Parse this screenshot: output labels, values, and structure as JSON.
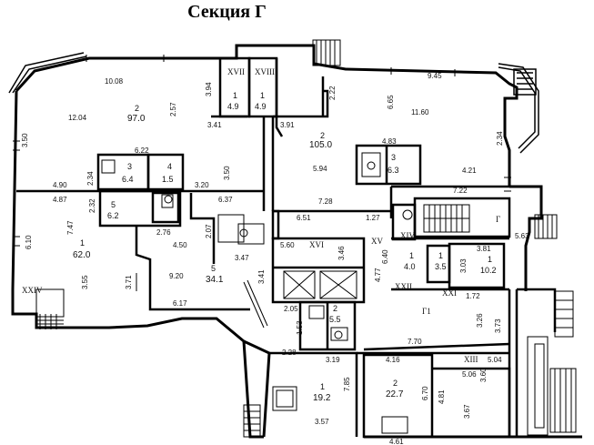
{
  "title": "Секция Г",
  "rooms": [
    {
      "id": "r2-left",
      "no": "2",
      "area": "97.0"
    },
    {
      "id": "r2-right",
      "no": "2",
      "area": "105.0"
    },
    {
      "id": "r1-left",
      "no": "1",
      "area": "62.0"
    },
    {
      "id": "r1-xvii",
      "no": "1",
      "area": "4.9"
    },
    {
      "id": "r1-xviii",
      "no": "1",
      "area": "4.9"
    },
    {
      "id": "r3-left",
      "no": "3",
      "area": "6.4"
    },
    {
      "id": "r4-left",
      "no": "4",
      "area": "1.5"
    },
    {
      "id": "r5-left",
      "no": "5",
      "area": "6.2"
    },
    {
      "id": "r5-mid",
      "no": "5",
      "area": "34.1"
    },
    {
      "id": "r3-right",
      "no": "3",
      "area": "6.3"
    },
    {
      "id": "r1-xv-a",
      "no": "1",
      "area": "4.0"
    },
    {
      "id": "r1-xv-b",
      "no": "1",
      "area": "3.5"
    },
    {
      "id": "r1-xv-c",
      "no": "1",
      "area": "10.2"
    },
    {
      "id": "r1-bottom",
      "no": "1",
      "area": "19.2"
    },
    {
      "id": "r2-bottom",
      "no": "2",
      "area": "22.7"
    },
    {
      "id": "r2-bottom-small",
      "no": "2",
      "area": "5.5"
    }
  ],
  "romans": {
    "xvii": "XVII",
    "xviii": "XVIII",
    "xvi": "XVI",
    "xv": "XV",
    "xiv": "XIV",
    "xxiv": "XXIV",
    "xxii": "XXII",
    "xxi": "XXI",
    "xiii": "XIII",
    "g": "Г",
    "g1": "Г1"
  },
  "dims": {
    "d1": "10.08",
    "d2": "12.04",
    "d3": "3.50",
    "d4": "2.57",
    "d5": "3.94",
    "d6": "3.41",
    "d7": "3.91",
    "d8": "9.45",
    "d9": "6.65",
    "d10": "11.60",
    "d11": "2.22",
    "d12": "3.50",
    "d13": "6.22",
    "d14": "4.90",
    "d15": "4.87",
    "d16": "3.20",
    "d17": "6.37",
    "d18": "5.94",
    "d19": "4.83",
    "d20": "2.34",
    "d21": "4.21",
    "d22": "7.22",
    "d23": "7.28",
    "d24": "6.51",
    "d25": "1.27",
    "d26": "7.47",
    "d27": "2.32",
    "d28": "6.10",
    "d29": "2.76",
    "d30": "4.50",
    "d31": "2.07",
    "d32": "9.20",
    "d33": "3.47",
    "d34": "3.55",
    "d35": "3.71",
    "d36": "6.17",
    "d37": "5.60",
    "d38": "3.46",
    "d39": "3.41",
    "d40": "2.05",
    "d41": "2.28",
    "d42": "1.53",
    "d43": "3.19",
    "d44": "7.70",
    "d45": "4.16",
    "d46": "7.85",
    "d47": "6.70",
    "d48": "3.57",
    "d49": "4.61",
    "d50": "3.60",
    "d51": "5.04",
    "d52": "5.06",
    "d53": "4.81",
    "d54": "3.67",
    "d55": "3.81",
    "d56": "3.03",
    "d57": "1.72",
    "d58": "3.26",
    "d59": "3.73",
    "d60": "5.63",
    "d61": "6.40",
    "d62": "4.77",
    "d63": "2.34"
  }
}
